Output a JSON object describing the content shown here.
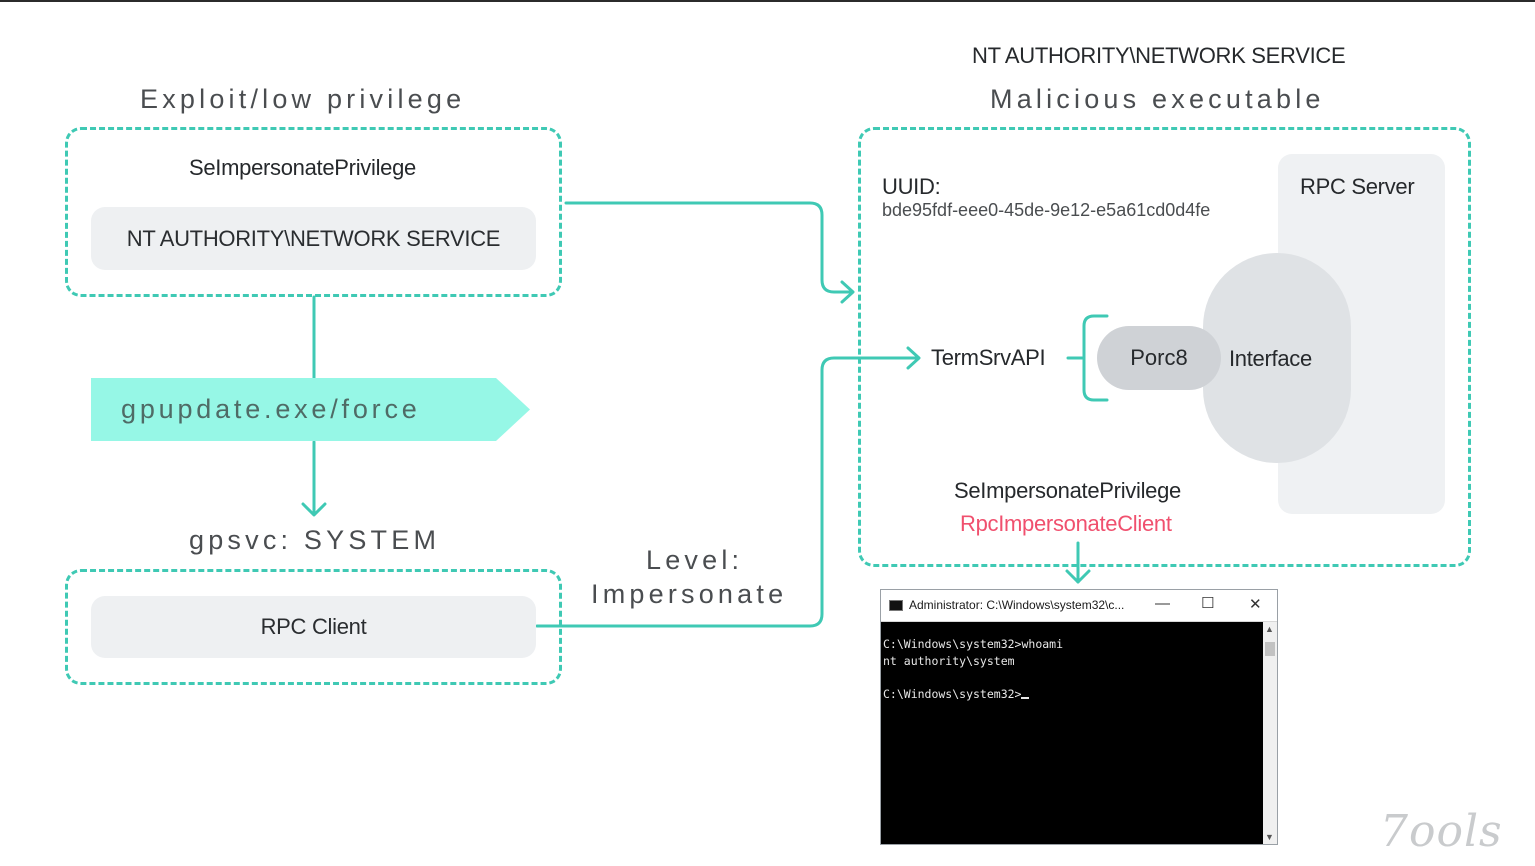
{
  "left": {
    "heading": "Exploit/low privilege",
    "privilege_label": "SeImpersonatePrivilege",
    "account_label": "NT AUTHORITY\\NETWORK SERVICE",
    "command_label": "gpupdate.exe/force",
    "service_label": "gpsvc: SYSTEM",
    "client_label": "RPC Client"
  },
  "middle": {
    "level_line1": "Level:",
    "level_line2": "Impersonate"
  },
  "right": {
    "account_heading": "NT AUTHORITY\\NETWORK SERVICE",
    "heading": "Malicious executable",
    "uuid_label": "UUID:",
    "uuid_value": "bde95fdf-eee0-45de-9e12-e5a61cd0d4fe",
    "server_label": "RPC Server",
    "api_label": "TermSrvAPI",
    "porc_label": "Porc8",
    "interface_label": "Interface",
    "privilege_label": "SeImpersonatePrivilege",
    "call_label": "RpcImpersonateClient"
  },
  "console": {
    "title": "Administrator: C:\\Windows\\system32\\c...",
    "line1": "C:\\Windows\\system32>whoami",
    "line2": "nt authority\\system",
    "line3": "C:\\Windows\\system32>",
    "minimize": "—",
    "maximize": "☐",
    "close": "✕"
  },
  "watermark": "7ools",
  "colors": {
    "accent": "#3fc9b4",
    "command_fill": "#96f7e6",
    "alert": "#f0506e"
  }
}
